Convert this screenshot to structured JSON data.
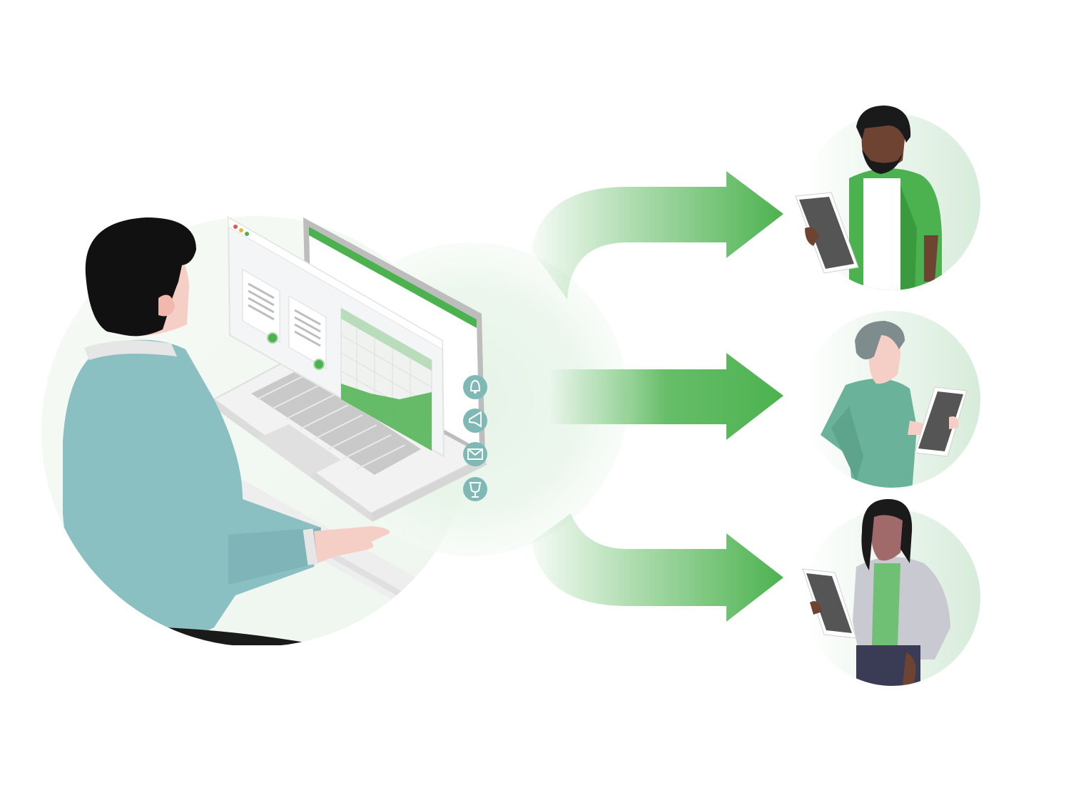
{
  "illustration": {
    "presenter": {
      "role": "sender-at-laptop",
      "laptop_screen": {
        "window_controls": [
          "close-dot",
          "minimize-dot",
          "maximize-dot"
        ],
        "documents": [
          "certificate-document",
          "certificate-document"
        ],
        "widget": "area-chart-panel"
      },
      "side_icons": [
        "bell-icon",
        "megaphone-icon",
        "envelope-icon",
        "trophy-icon"
      ]
    },
    "arrows": [
      "arrow-to-recipient-top",
      "arrow-to-recipient-middle",
      "arrow-to-recipient-bottom"
    ],
    "recipients": [
      {
        "id": "recipient-1",
        "device": "tablet"
      },
      {
        "id": "recipient-2",
        "device": "tablet"
      },
      {
        "id": "recipient-3",
        "device": "tablet"
      }
    ]
  },
  "colors": {
    "accent_green": "#4cb24f",
    "light_green": "#d9eedb",
    "shirt_teal": "#8bc0c3",
    "icon_teal": "#7fb9b6",
    "hair_dark": "#111111",
    "skin_light": "#f5cfc6",
    "skin_dark": "#6e4332",
    "laptop_gray": "#e6e7e8"
  }
}
